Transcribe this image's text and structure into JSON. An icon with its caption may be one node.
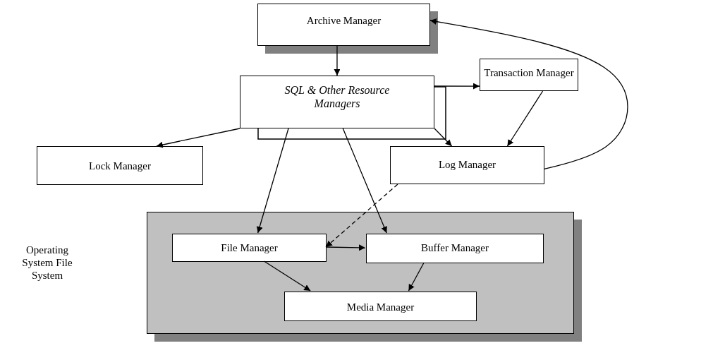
{
  "diagram": {
    "nodes": [
      {
        "text": [
          "Archive Manager"
        ]
      },
      {
        "text": [
          "SQL & Other Resource Managers"
        ]
      },
      {
        "text": [
          "Transaction Manager"
        ]
      },
      {
        "text": [
          "Lock Manager"
        ]
      },
      {
        "text": [
          "Log Manager"
        ]
      },
      {
        "text": [],
        "shape": "box"
      },
      {
        "text": [
          "File Manager"
        ],
        "in": 5
      },
      {
        "text": [
          "Buffer Manager"
        ],
        "in": 5
      },
      {
        "text": [
          "Media Manager"
        ],
        "in": 5
      }
    ],
    "edges": [
      {
        "from": 0,
        "to": 1,
        "arrow": "to"
      },
      {
        "from": 1,
        "to": 2,
        "arrow": "to"
      },
      {
        "from": 1,
        "to": 3,
        "arrow": "to"
      },
      {
        "from": 1,
        "to": 4,
        "arrow": "to"
      },
      {
        "from": 2,
        "to": 4,
        "arrow": "to"
      },
      {
        "from": 4,
        "to": 0,
        "arrow": "to"
      },
      {
        "from": 1,
        "to": 6,
        "arrow": "to"
      },
      {
        "from": 1,
        "to": 7,
        "arrow": "to"
      },
      {
        "from": 4,
        "to": 6,
        "arrow": "to",
        "style": "dashed"
      },
      {
        "from": 6,
        "to": 7,
        "arrow": "to"
      },
      {
        "from": 6,
        "to": 8,
        "arrow": "to"
      },
      {
        "from": 7,
        "to": 8,
        "arrow": "to"
      }
    ],
    "labels": [
      "Operating System File System"
    ]
  }
}
